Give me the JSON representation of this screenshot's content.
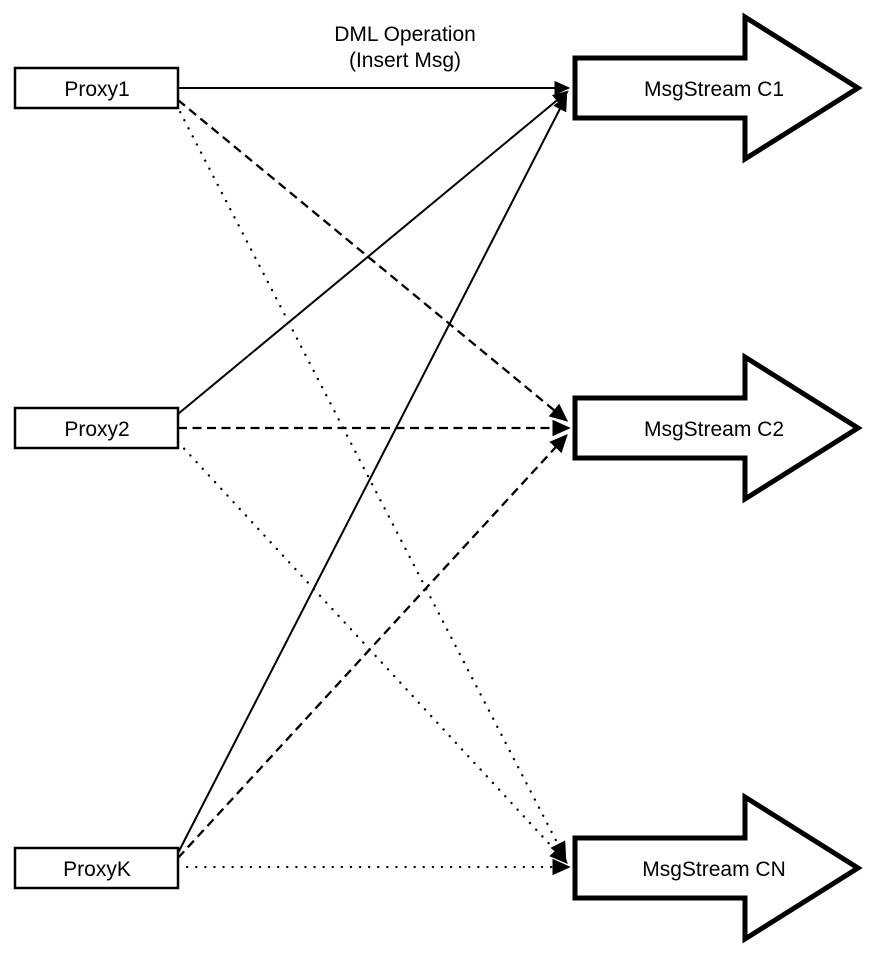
{
  "title": {
    "line1": "DML Operation",
    "line2": "(Insert Msg)"
  },
  "proxies": [
    {
      "label": "Proxy1"
    },
    {
      "label": "Proxy2"
    },
    {
      "label": "ProxyK"
    }
  ],
  "streams": [
    {
      "label": "MsgStream C1"
    },
    {
      "label": "MsgStream C2"
    },
    {
      "label": "MsgStream CN"
    }
  ],
  "edges": [
    {
      "from": "Proxy1",
      "to": "MsgStream C1",
      "style": "solid"
    },
    {
      "from": "Proxy2",
      "to": "MsgStream C1",
      "style": "solid"
    },
    {
      "from": "ProxyK",
      "to": "MsgStream C1",
      "style": "solid"
    },
    {
      "from": "Proxy1",
      "to": "MsgStream C2",
      "style": "dashed"
    },
    {
      "from": "Proxy2",
      "to": "MsgStream C2",
      "style": "dashed"
    },
    {
      "from": "ProxyK",
      "to": "MsgStream C2",
      "style": "dashed"
    },
    {
      "from": "Proxy1",
      "to": "MsgStream CN",
      "style": "dotted"
    },
    {
      "from": "Proxy2",
      "to": "MsgStream CN",
      "style": "dotted"
    },
    {
      "from": "ProxyK",
      "to": "MsgStream CN",
      "style": "dotted"
    }
  ],
  "colors": {
    "line": "#000000",
    "shape_fill": "#ffffff",
    "text": "#000000",
    "background": "#ffffff"
  }
}
